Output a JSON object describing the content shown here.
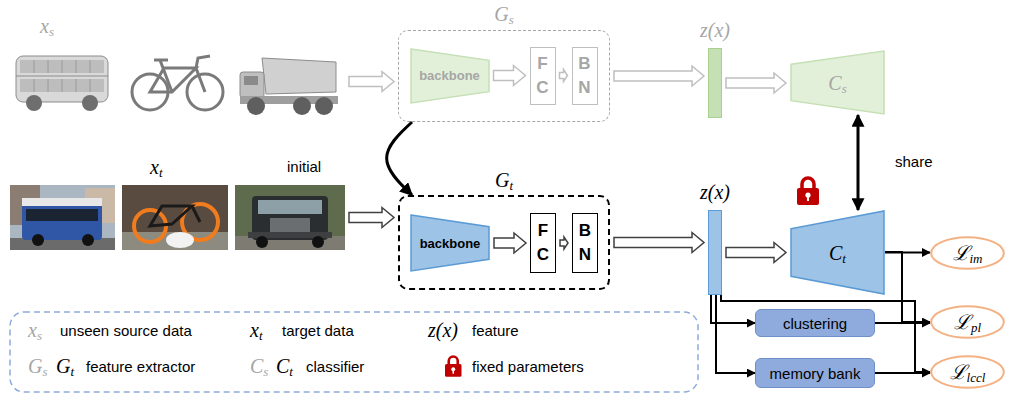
{
  "diagram": {
    "nodes": [
      {
        "text": [
          "xs"
        ]
      },
      {
        "text": [
          "Gs"
        ]
      },
      {
        "text": [
          "backbone"
        ],
        "in": 1
      },
      {
        "text": [
          "F C"
        ],
        "in": 1
      },
      {
        "text": [
          "B N"
        ],
        "in": 1
      },
      {
        "text": [
          "z(x)"
        ]
      },
      {
        "text": [
          "Cs"
        ]
      },
      {
        "text": [
          "xt"
        ]
      },
      {
        "text": [
          "Gt"
        ]
      },
      {
        "text": [
          "backbone"
        ],
        "in": 8
      },
      {
        "text": [
          "F C"
        ],
        "in": 8
      },
      {
        "text": [
          "B N"
        ],
        "in": 8
      },
      {
        "text": [
          "z(x)"
        ]
      },
      {
        "text": [
          "Ct"
        ]
      },
      {
        "text": [
          "ℒim"
        ]
      },
      {
        "text": [
          "clustering"
        ]
      },
      {
        "text": [
          "ℒpl"
        ]
      },
      {
        "text": [
          "memory bank"
        ]
      },
      {
        "text": [
          "ℒlccl"
        ]
      }
    ],
    "edges": [
      {
        "from": 0,
        "to": 1,
        "arrow": "to"
      },
      {
        "from": 2,
        "to": 3,
        "arrow": "to"
      },
      {
        "from": 3,
        "to": 4,
        "arrow": "to"
      },
      {
        "from": 1,
        "to": 5,
        "arrow": "to"
      },
      {
        "from": 5,
        "to": 6,
        "arrow": "to"
      },
      {
        "from": 1,
        "to": 8,
        "label": "initial",
        "arrow": "to"
      },
      {
        "from": 6,
        "to": 13,
        "label": "share",
        "arrow": "both"
      },
      {
        "from": 7,
        "to": 8,
        "arrow": "to"
      },
      {
        "from": 9,
        "to": 10,
        "arrow": "to"
      },
      {
        "from": 10,
        "to": 11,
        "arrow": "to"
      },
      {
        "from": 8,
        "to": 12,
        "arrow": "to"
      },
      {
        "from": 12,
        "to": 13,
        "arrow": "to"
      },
      {
        "from": 13,
        "to": 14,
        "arrow": "to"
      },
      {
        "from": 13,
        "to": 16,
        "arrow": "to"
      },
      {
        "from": 12,
        "to": 15,
        "arrow": "to"
      },
      {
        "from": 15,
        "to": 16,
        "arrow": "to"
      },
      {
        "from": 12,
        "to": 17,
        "arrow": "to"
      },
      {
        "from": 17,
        "to": 18,
        "arrow": "to"
      },
      {
        "from": 12,
        "to": 18,
        "arrow": "to"
      }
    ],
    "labels": [
      "xs",
      "xt",
      "z(x)",
      "Gs",
      "Gt",
      "Cs",
      "Ct"
    ],
    "legend": [
      {
        "text": "unseen source data"
      },
      {
        "text": "target data"
      },
      {
        "text": "feature"
      },
      {
        "text": "feature extractor"
      },
      {
        "text": "classifier"
      },
      {
        "text": "fixed parameters"
      }
    ]
  }
}
